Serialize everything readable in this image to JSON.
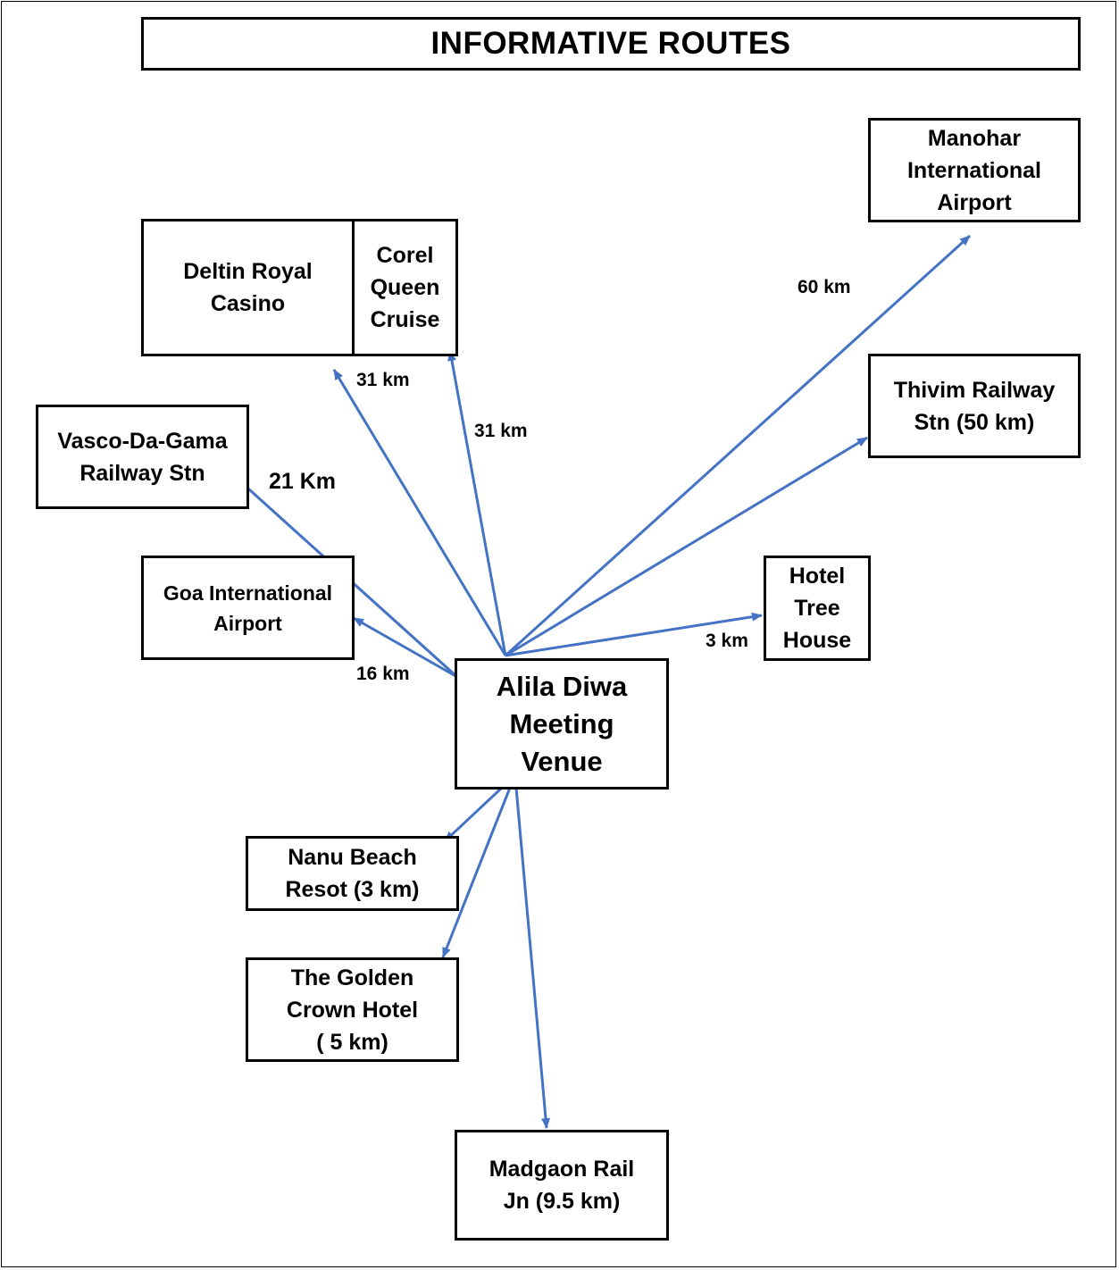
{
  "title": "INFORMATIVE ROUTES",
  "colors": {
    "arrow": "#4472C4",
    "border": "#000000"
  },
  "nodes": {
    "venue": "Alila Diwa\nMeeting\nVenue",
    "manohar": "Manohar\nInternational\nAirport",
    "deltin": "Deltin Royal\nCasino",
    "corel": "Corel\nQueen\nCruise",
    "thivim": "Thivim Railway\nStn (50 km)",
    "vasco": "Vasco-Da-Gama\nRailway Stn",
    "goa_airport": "Goa International\nAirport",
    "hotel_tree": "Hotel\nTree\nHouse",
    "nanu": "Nanu Beach\nResot (3 km)",
    "golden_crown": "The Golden\nCrown Hotel\n( 5 km)",
    "madgaon": "Madgaon Rail\nJn (9.5 km)"
  },
  "distances": {
    "manohar": "60 km",
    "deltin": "31 km",
    "corel": "31 km",
    "vasco": "21 Km",
    "goa_airport": "16 km",
    "hotel_tree": "3 km"
  }
}
